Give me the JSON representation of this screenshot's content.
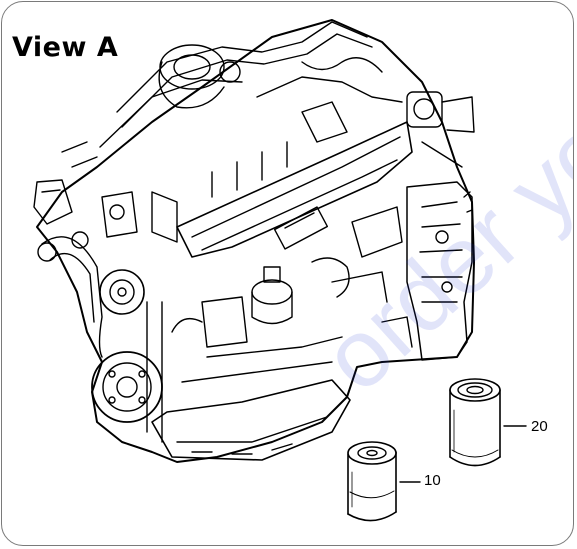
{
  "title": "View A",
  "callouts": [
    {
      "id": "10",
      "text": "10",
      "part": "small-filter"
    },
    {
      "id": "20",
      "text": "20",
      "part": "large-filter"
    }
  ],
  "watermark": "order yours",
  "colors": {
    "line": "#000000",
    "frame": "#7a7a7a",
    "watermark": "#2236d6"
  }
}
